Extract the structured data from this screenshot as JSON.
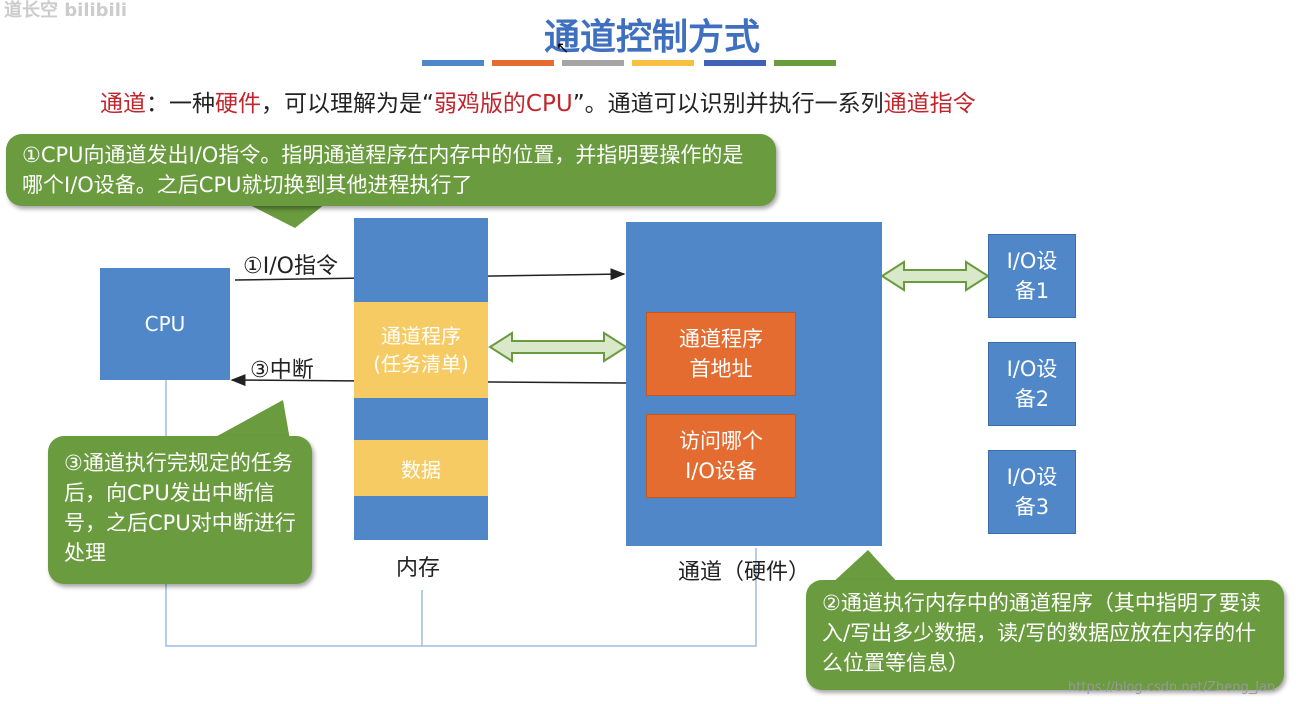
{
  "title": "通道控制方式",
  "color_bars": [
    "#4f87c8",
    "#e46c31",
    "#a5a5a5",
    "#f6c142",
    "#3f63b2",
    "#6a9b3f"
  ],
  "intro": {
    "part1": "通道",
    "part2": "：一种",
    "part3": "硬件",
    "part4": "，可以理解为是“",
    "part5": "弱鸡版的CPU",
    "part6": "”。通道可以识别并执行一系列",
    "part7": "通道指令"
  },
  "callouts": {
    "step1": "①CPU向通道发出I/O指令。指明通道程序在内存中的位置，并指明要操作的是哪个I/O设备。之后CPU就切换到其他进程执行了",
    "step3": "③通道执行完规定的任务后，向CPU发出中断信号，之后CPU对中断进行处理",
    "step2": "②通道执行内存中的通道程序（其中指明了要读入/写出多少数据，读/写的数据应放在内存的什么位置等信息）"
  },
  "cpu_label": "CPU",
  "arrow_labels": {
    "io_instruction": "①I/O指令",
    "interrupt": "③中断"
  },
  "memory": {
    "label": "内存",
    "channel_program_line1": "通道程序",
    "channel_program_line2": "(任务清单)",
    "data_label": "数据"
  },
  "channel": {
    "label": "通道（硬件）",
    "box1_line1": "通道程序",
    "box1_line2": "首地址",
    "box2_line1": "访问哪个",
    "box2_line2": "I/O设备"
  },
  "devices": [
    {
      "line1": "I/O设",
      "line2": "备1"
    },
    {
      "line1": "I/O设",
      "line2": "备2"
    },
    {
      "line1": "I/O设",
      "line2": "备3"
    }
  ],
  "watermark": "https://blog.csdn.net/Zheng_Jan",
  "top_watermark": "道长空 bilibili",
  "colors": {
    "blue": "#4f87c8",
    "green": "#6a9b3f",
    "orange": "#e46c31",
    "yellow": "#f6cb63",
    "red_text": "#c0262c",
    "title": "#3f6fbf"
  }
}
